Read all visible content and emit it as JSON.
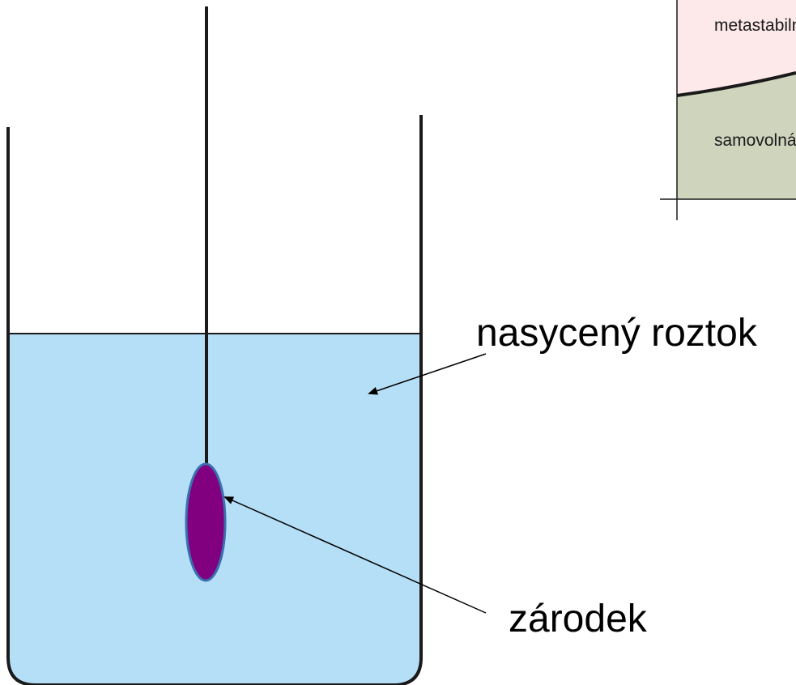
{
  "labels": {
    "solution": "nasycený roztok",
    "seed": "zárodek"
  },
  "inset": {
    "region_top_label": "metastabilní",
    "region_bottom_label": "samovolná"
  },
  "colors": {
    "solution_fill": "#b5dff7",
    "seed_fill": "#800080",
    "seed_outline": "#3a6fb0",
    "inset_top_fill": "#fde8ea",
    "inset_bottom_fill": "#cfd4bd",
    "line": "#1a1a1a"
  }
}
